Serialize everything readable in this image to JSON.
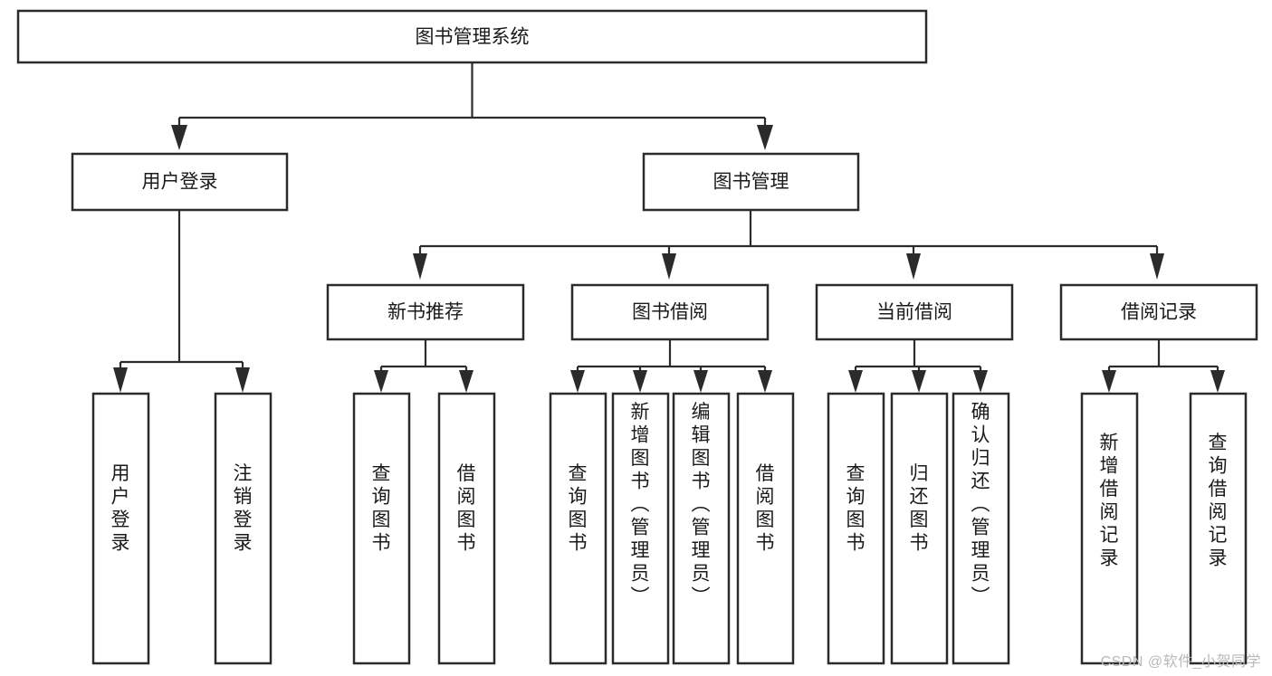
{
  "diagram": {
    "type": "tree-hierarchy",
    "title": "图书管理系统",
    "watermark": "CSDN @软件_小贺同学",
    "colors": {
      "box_fill": "#ffffff",
      "box_stroke": "#2b2b2b",
      "connector": "#2b2b2b",
      "text": "#1a1a1a",
      "watermark": "#b9b9b9"
    },
    "levels": {
      "root": {
        "label": "图书管理系统",
        "orientation": "horizontal"
      },
      "level2": [
        {
          "label": "用户登录",
          "orientation": "horizontal"
        },
        {
          "label": "图书管理",
          "orientation": "horizontal"
        }
      ],
      "level3": [
        {
          "label": "新书推荐",
          "orientation": "horizontal"
        },
        {
          "label": "图书借阅",
          "orientation": "horizontal"
        },
        {
          "label": "当前借阅",
          "orientation": "horizontal"
        },
        {
          "label": "借阅记录",
          "orientation": "horizontal"
        }
      ],
      "leaves": [
        {
          "label": "用户登录",
          "orientation": "vertical",
          "parent": "用户登录"
        },
        {
          "label": "注销登录",
          "orientation": "vertical",
          "parent": "用户登录"
        },
        {
          "label": "查询图书",
          "orientation": "vertical",
          "parent": "新书推荐"
        },
        {
          "label": "借阅图书",
          "orientation": "vertical",
          "parent": "新书推荐"
        },
        {
          "label": "查询图书",
          "orientation": "vertical",
          "parent": "图书借阅"
        },
        {
          "label": "新增图书（管理员）",
          "orientation": "vertical",
          "parent": "图书借阅"
        },
        {
          "label": "编辑图书（管理员）",
          "orientation": "vertical",
          "parent": "图书借阅"
        },
        {
          "label": "借阅图书",
          "orientation": "vertical",
          "parent": "图书借阅"
        },
        {
          "label": "查询图书",
          "orientation": "vertical",
          "parent": "当前借阅"
        },
        {
          "label": "归还图书",
          "orientation": "vertical",
          "parent": "当前借阅"
        },
        {
          "label": "确认归还（管理员）",
          "orientation": "vertical",
          "parent": "当前借阅"
        },
        {
          "label": "新增借阅记录",
          "orientation": "vertical",
          "parent": "借阅记录"
        },
        {
          "label": "查询借阅记录",
          "orientation": "vertical",
          "parent": "借阅记录"
        }
      ]
    }
  }
}
